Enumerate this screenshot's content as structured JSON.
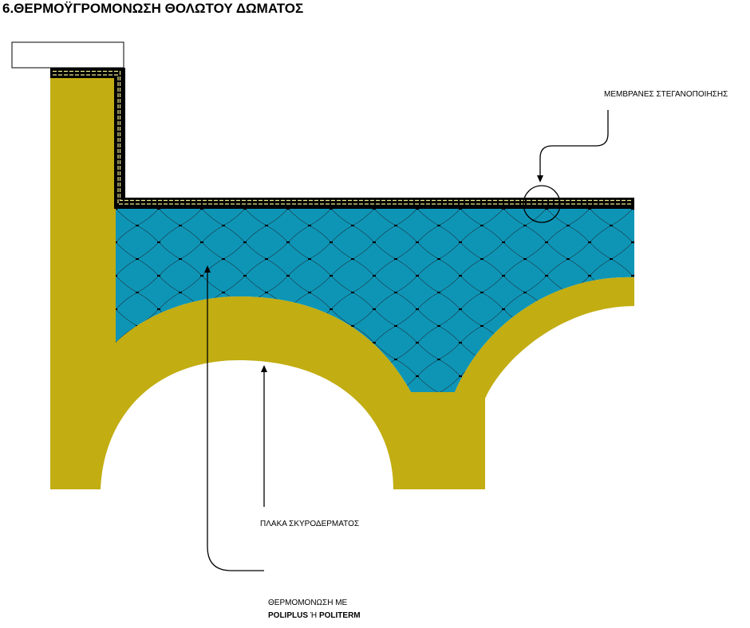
{
  "title": "6.ΘΕΡΜΟΫΓΡΟΜΟΝΩΣΗ ΘΟΛΩΤΟΥ ΔΩΜΑΤΟΣ",
  "labels": {
    "membranes": "ΜΕΜΒΡΑΝΕΣ ΣΤΕΓΑΝΟΠΟΙΗΣΗΣ",
    "slab": "ΠΛΑΚΑ ΣΚΥΡΟΔΕΡΜΑΤΟΣ",
    "insulation_line1": "ΘΕΡΜΟΜΟΝΩΣΗ ΜΕ",
    "insulation_product1": "POLIPLUS",
    "insulation_or": " Ή ",
    "insulation_product2": "POLITERM"
  },
  "colors": {
    "concrete": "#c2ad12",
    "insulation": "#0e95b6",
    "membrane": "#000000",
    "membrane_stripe": "#f2ed8c",
    "background": "#ffffff"
  }
}
